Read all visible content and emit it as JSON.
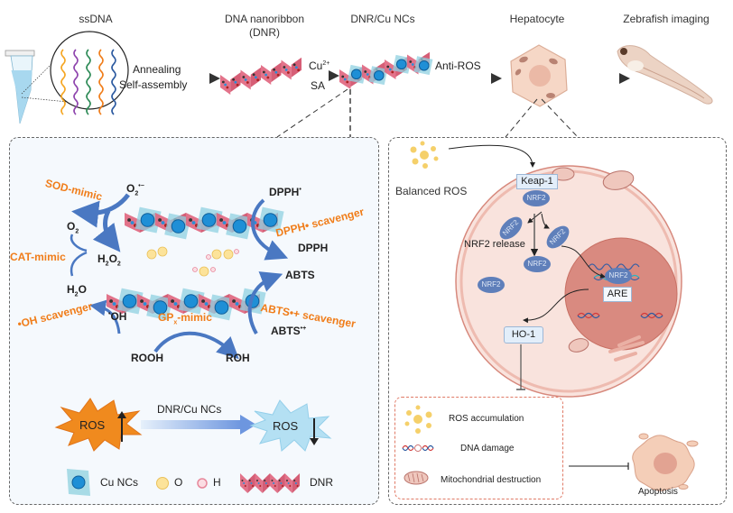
{
  "top": {
    "stages": [
      {
        "label": "ssDNA"
      },
      {
        "label": "DNA nanoribbon",
        "sublabel": "(DNR)"
      },
      {
        "label": "DNR/Cu NCs"
      },
      {
        "label": "Hepatocyte"
      },
      {
        "label": "Zebrafish imaging"
      }
    ],
    "arrows": [
      {
        "top": "Annealing",
        "bottom": "Self-assembly"
      },
      {
        "top": "Cu2+",
        "top_base": "Cu",
        "top_sup": "2+",
        "bottom": "SA"
      },
      {
        "top": "Anti-ROS"
      },
      {
        "top": ""
      }
    ],
    "strand_colors": [
      "#f5a623",
      "#8e44ad",
      "#2e8b57",
      "#f07d1a",
      "#2c5aa0"
    ]
  },
  "left_panel": {
    "species": {
      "o2_radical": "O2•−",
      "o2": "O2",
      "h2o2": "H2O2",
      "h2o": "H2O",
      "oh_radical": "•OH",
      "dpph_radical": "DPPH•",
      "dpph": "DPPH",
      "abts": "ABTS",
      "abts_radical": "ABTS•+",
      "rooh": "ROOH",
      "roh": "ROH"
    },
    "enzyme_labels": {
      "sod": "SOD-mimic",
      "cat": "CAT-mimic",
      "oh_scavenger": "•OH scavenger",
      "gpx": "GPx-mimic",
      "dpph_scavenger": "DPPH• scavenger",
      "abts_scavenger": "ABTS•+ scavenger"
    },
    "ros_transition": {
      "before": "ROS",
      "after": "ROS",
      "agent": "DNR/Cu NCs",
      "before_trend": "up",
      "after_trend": "down"
    },
    "legend": [
      {
        "key": "cu-ncs",
        "label": "Cu NCs"
      },
      {
        "key": "oxygen",
        "label": "O"
      },
      {
        "key": "hydrogen",
        "label": "H"
      },
      {
        "key": "dnr",
        "label": "DNR"
      }
    ]
  },
  "right_panel": {
    "balanced_ros": "Balanced ROS",
    "keap1": "Keap-1",
    "nrf2": "NRF2",
    "nrf2_release": "NRF2 release",
    "are": "ARE",
    "ho1": "HO-1",
    "damage_box": [
      {
        "icon": "ros-dots",
        "label": "ROS accumulation"
      },
      {
        "icon": "dna-damage",
        "label": "DNA damage"
      },
      {
        "icon": "mitochondria",
        "label": "Mitochondrial  destruction"
      }
    ],
    "apoptosis": "Apoptosis"
  },
  "colors": {
    "orange": "#f07d1a",
    "blue_arrow": "#4a78c2",
    "ribbon": "#d9546e",
    "cu_nc": "#1f8fd6",
    "cu_plate": "#7ec8d8",
    "cell": "#f7d9cf",
    "nucleus": "#d98a80",
    "nrf2": "#5f7fba"
  }
}
